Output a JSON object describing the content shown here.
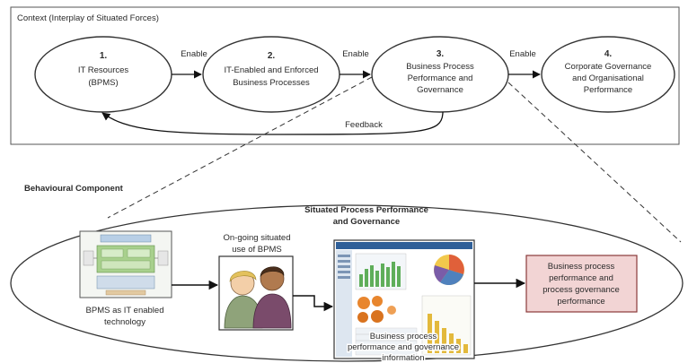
{
  "context": {
    "title": "Context (Interplay of Situated Forces)",
    "nodes": [
      {
        "number": "1.",
        "lines": [
          "IT Resources",
          "(BPMS)"
        ]
      },
      {
        "number": "2.",
        "lines": [
          "IT-Enabled and Enforced",
          "Business Processes"
        ]
      },
      {
        "number": "3.",
        "lines": [
          "Business Process",
          "Performance and",
          "Governance"
        ]
      },
      {
        "number": "4.",
        "lines": [
          "Corporate Governance",
          "and Organisational",
          "Performance"
        ]
      }
    ],
    "enable_label": "Enable",
    "feedback_label": "Feedback"
  },
  "behavioural": {
    "title": "Behavioural Component",
    "ellipse_title_lines": [
      "Situated Process Performance",
      "and Governance"
    ],
    "bpms_caption_lines": [
      "BPMS as IT enabled",
      "technology"
    ],
    "use_caption_lines": [
      "On-going situated",
      "use of BPMS"
    ],
    "info_caption_lines": [
      "Business process",
      "performance and governance",
      "information"
    ],
    "outcome_lines": [
      "Business process",
      "performance and",
      "process governance",
      "performance"
    ]
  },
  "colors": {
    "outcome_fill": "#f2d4d4",
    "outcome_border": "#8a3a3a"
  }
}
